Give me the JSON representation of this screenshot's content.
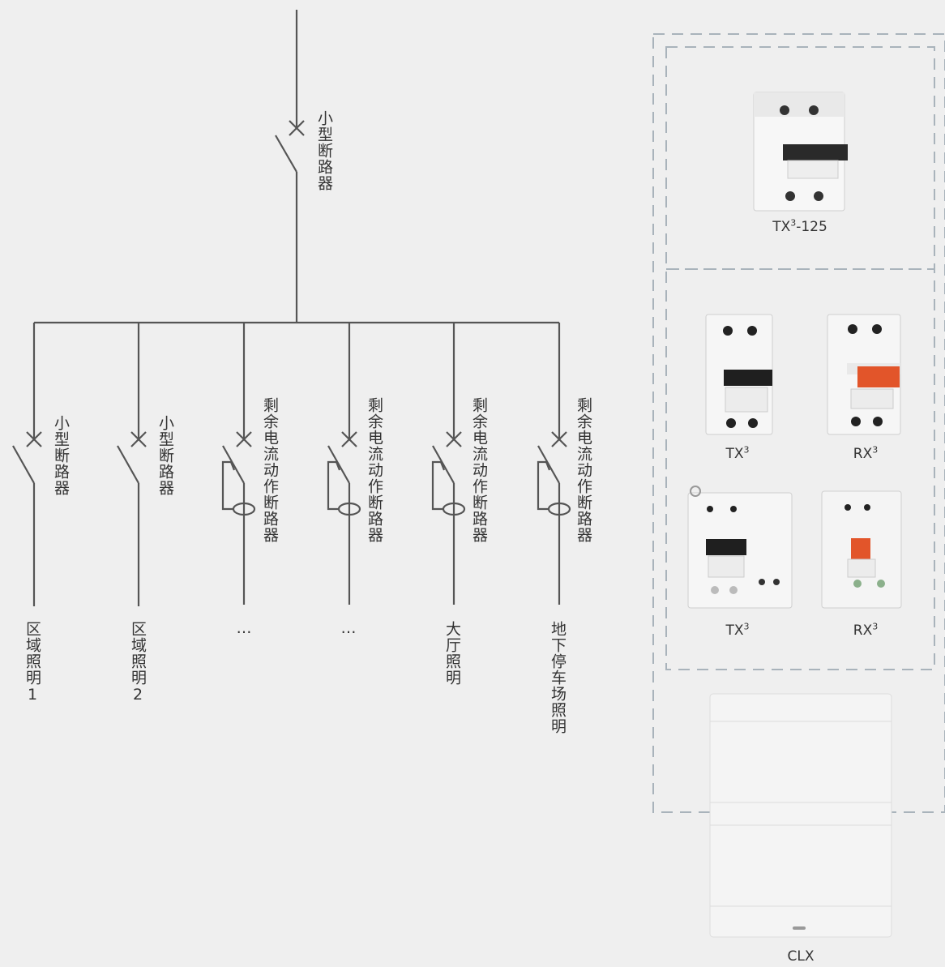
{
  "colors": {
    "background": "#efefef",
    "line": "#555555",
    "dashed_border": "#a9b3bb",
    "handle_black": "#222222",
    "handle_orange": "#e2552a"
  },
  "diagram": {
    "main_breaker_label": "小型断路器",
    "branches": [
      {
        "breaker_label": "小型断路器",
        "load_label": "区域照明1"
      },
      {
        "breaker_label": "小型断路器",
        "load_label": "区域照明2"
      },
      {
        "breaker_label": "剩余电流动作断路器",
        "load_label": "…"
      },
      {
        "breaker_label": "剩余电流动作断路器",
        "load_label": "…"
      },
      {
        "breaker_label": "剩余电流动作断路器",
        "load_label": "大厅照明"
      },
      {
        "breaker_label": "剩余电流动作断路器",
        "load_label": "地下停车场照明"
      }
    ]
  },
  "products": {
    "main": {
      "base": "TX",
      "sup": "3",
      "suffix": "-125"
    },
    "row1_left": {
      "base": "TX",
      "sup": "3",
      "suffix": ""
    },
    "row1_right": {
      "base": "RX",
      "sup": "3",
      "suffix": ""
    },
    "row2_left": {
      "base": "TX",
      "sup": "3",
      "suffix": ""
    },
    "row2_right": {
      "base": "RX",
      "sup": "3",
      "suffix": ""
    },
    "enclosure": {
      "base": "CLX",
      "sup": "",
      "suffix": ""
    }
  }
}
